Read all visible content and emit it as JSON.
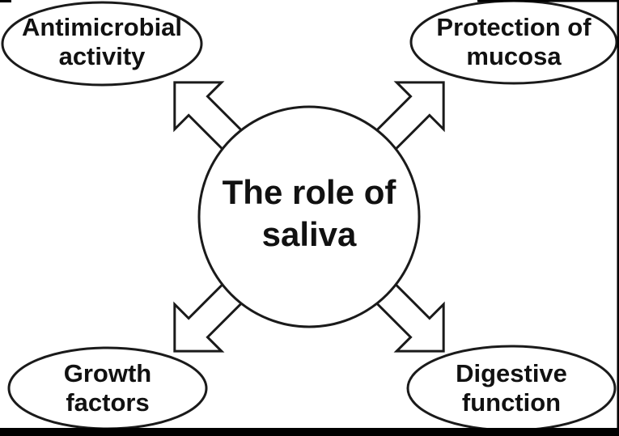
{
  "diagram": {
    "title": "The role of saliva",
    "type": "radial-spoke-diagram",
    "center": {
      "label": "The role of saliva",
      "line1": "The role of",
      "line2": "saliva"
    },
    "nodes": [
      {
        "id": "antimicrobial-activity",
        "position": "top-left",
        "label": "Antimicrobial activity",
        "line1": "Antimicrobial",
        "line2": "activity"
      },
      {
        "id": "protection-of-mucosa",
        "position": "top-right",
        "label": "Protection of mucosa",
        "line1": "Protection of",
        "line2": "mucosa"
      },
      {
        "id": "growth-factors",
        "position": "bottom-left",
        "label": "Growth factors",
        "line1": "Growth",
        "line2": "factors"
      },
      {
        "id": "digestive-function",
        "position": "bottom-right",
        "label": "Digestive function",
        "line1": "Digestive",
        "line2": "function"
      }
    ],
    "arrows": [
      {
        "direction": "up-left",
        "from": "center",
        "to": "antimicrobial-activity"
      },
      {
        "direction": "up-right",
        "from": "center",
        "to": "protection-of-mucosa"
      },
      {
        "direction": "down-left",
        "from": "center",
        "to": "growth-factors"
      },
      {
        "direction": "down-right",
        "from": "center",
        "to": "digestive-function"
      }
    ],
    "colors": {
      "ink": "#1a1a1a",
      "shape_fill": "#ffffff",
      "background": "#ffffff",
      "frame": "#000000"
    }
  }
}
